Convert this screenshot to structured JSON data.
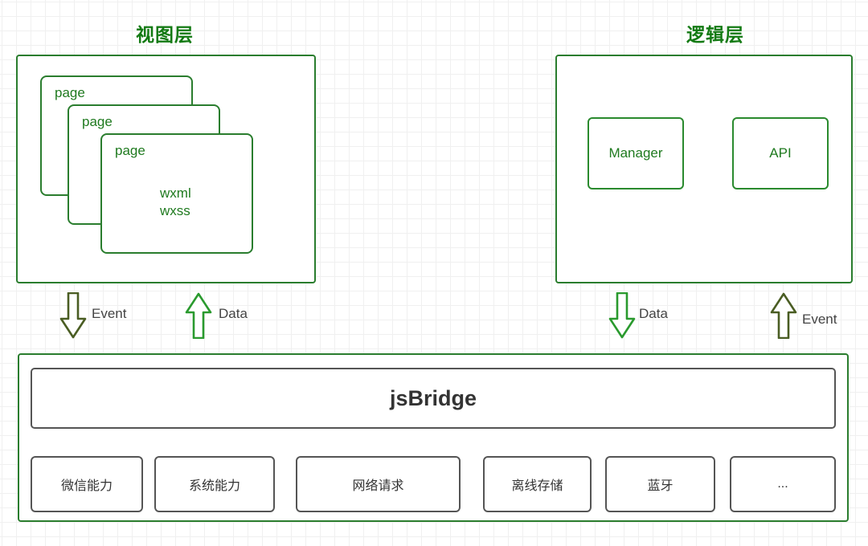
{
  "diagram": {
    "title_view_layer": "视图层",
    "title_logic_layer": "逻辑层"
  },
  "view_layer": {
    "pages": [
      {
        "label": "page",
        "code": ""
      },
      {
        "label": "page",
        "code": ""
      },
      {
        "label": "page",
        "code": "wxml\nwxss"
      }
    ],
    "page_code_line1": "wxml",
    "page_code_line2": "wxss"
  },
  "logic_layer": {
    "boxes": [
      {
        "label": "Manager"
      },
      {
        "label": "API"
      }
    ]
  },
  "arrows": {
    "left_down": {
      "label": "Event",
      "direction": "down",
      "color": "#4a5d23"
    },
    "left_up": {
      "label": "Data",
      "direction": "up",
      "color": "#2a9a2e"
    },
    "right_down": {
      "label": "Data",
      "direction": "down",
      "color": "#2a9a2e"
    },
    "right_up": {
      "label": "Event",
      "direction": "up",
      "color": "#4a5d23"
    }
  },
  "bridge": {
    "label": "jsBridge",
    "capabilities": [
      {
        "label": "微信能力"
      },
      {
        "label": "系统能力"
      },
      {
        "label": "网络请求"
      },
      {
        "label": "离线存储"
      },
      {
        "label": "蓝牙"
      },
      {
        "label": "..."
      }
    ]
  },
  "colors": {
    "green_border": "#2a7d2e",
    "green_text": "#137a13",
    "gray_border": "#555555",
    "gray_text": "#333333",
    "olive_arrow": "#4a5d23",
    "bright_arrow": "#2a9a2e"
  }
}
